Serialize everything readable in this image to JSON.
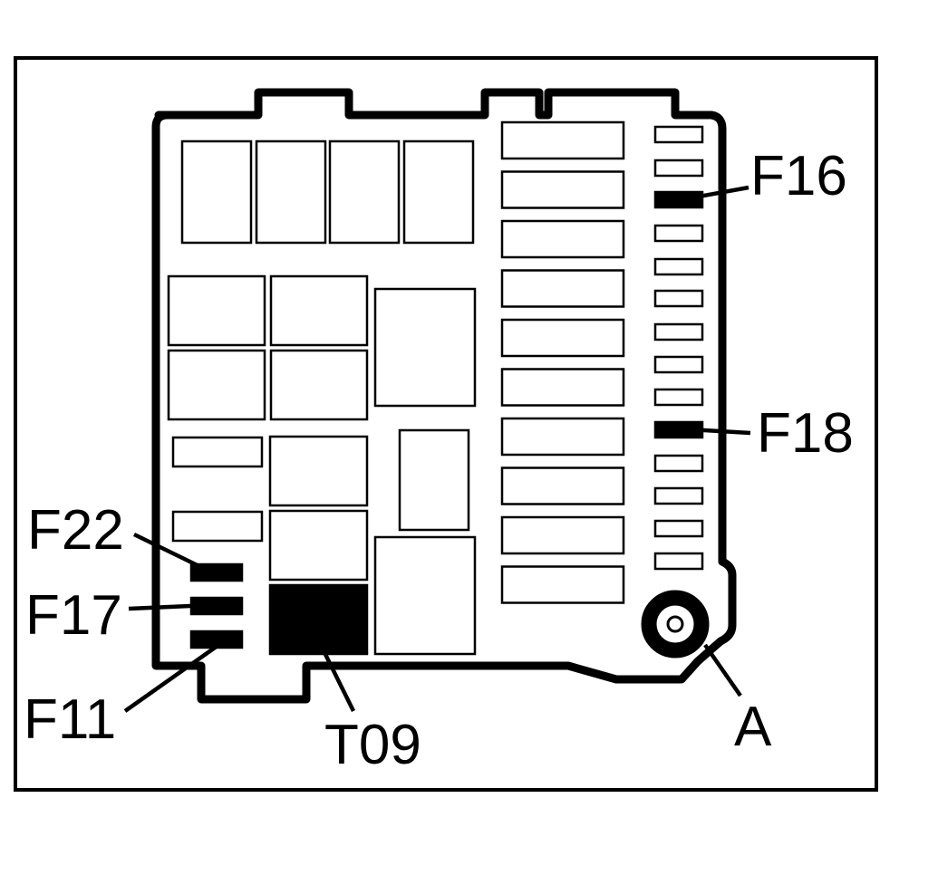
{
  "labels": {
    "f16": "F16",
    "f18": "F18",
    "f22": "F22",
    "f17": "F17",
    "f11": "F11",
    "t09": "T09",
    "a": "A"
  },
  "colors": {
    "line": "#000000",
    "background": "#ffffff",
    "highlight": "#000000"
  }
}
